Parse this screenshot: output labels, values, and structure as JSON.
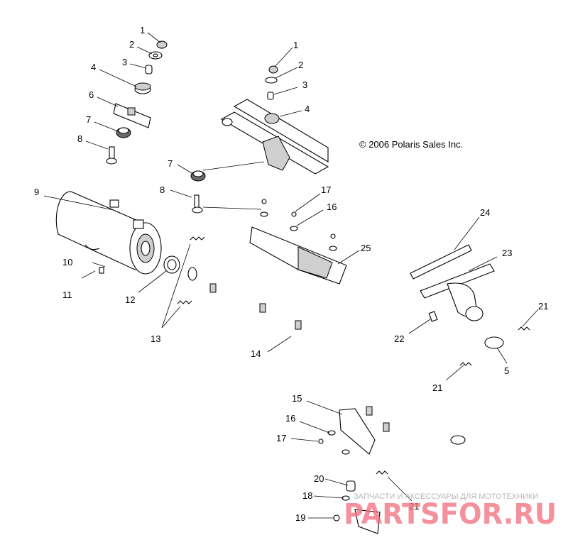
{
  "copyright": "© 2006 Polaris Sales Inc.",
  "callouts": [
    "1",
    "2",
    "3",
    "4",
    "6",
    "7",
    "8",
    "9",
    "10",
    "11",
    "12",
    "13",
    "1",
    "2",
    "3",
    "4",
    "7",
    "8",
    "17",
    "16",
    "25",
    "24",
    "23",
    "21",
    "22",
    "5",
    "21",
    "14",
    "15",
    "16",
    "17",
    "20",
    "18",
    "19",
    "21"
  ],
  "watermark": {
    "tagline": "ЗАПЧАСТИ И АКСЕССУАРЫ ДЛЯ МОТОТЕХНИКИ",
    "logo": "PARTSFOR.RU"
  }
}
